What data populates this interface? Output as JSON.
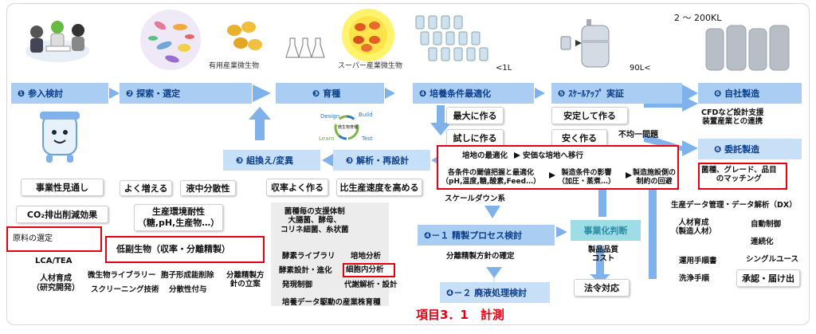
{
  "labels": {
    "capacity_top": "2 〜 200KL",
    "useful_microbe": "有用産業微生物",
    "super_microbe": "スーパー産業微生物",
    "lt1l": "<1L",
    "l90": "90L<"
  },
  "steps": {
    "s1": "❶ 参入検討",
    "s2": "❷ 探索・選定",
    "s3": "❸ 育種",
    "s4": "❹ 培養条件最適化",
    "s5": "❺ ｽｹｰﾙｱｯﾌﾟ 実証",
    "s6a": "❻ 自社製造",
    "s6b": "❻ 委託製造",
    "s3b": "❸ 組換え/変異",
    "s3c": "❸ 解析・再設計",
    "s41": "❹－１ 精製プロセス検討",
    "s42": "❹－２ 廃液処理検討",
    "biz": "事業化判断"
  },
  "dbtl": {
    "design": "Design",
    "build": "Build",
    "test": "Test",
    "learn": "Learn",
    "center": "微生物育種"
  },
  "boxes": {
    "jigyosei": "事業性見通し",
    "co2": "CO₂排出削減効果",
    "genryo": "原料の選定",
    "lca": "LCA/TEA",
    "jinzai": "人材育成\n（研究開発）",
    "yoku_fueru": "よく増える",
    "ekichu": "液中分散性",
    "seisan_kankyo": "生産環境耐性\n（糖,pH,生産物…）",
    "teifuku": "低副生物（収率・分離精製）",
    "biseibutsu_lib": "微生物ライブラリー",
    "screening": "スクリーニング技術",
    "hoshi": "胞子形成能削除",
    "bunsansei": "分散性付与",
    "bunri_hoshin": "分離精製方\n針の立案",
    "shuritsu": "収率よく作る",
    "hiseisan": "比生産速度を高める",
    "kinshu_shien": "菌種毎の支援体制\n大腸菌、酵母、\nコリネ細菌、糸状菌",
    "koso_lib": "酵素ライブラリ",
    "baiyochi": "培地分析",
    "koso_sekkei": "酵素設計・進化",
    "saibonai": "細胞内分析",
    "hatsugen": "発現制御",
    "taisha": "代謝解析・設計",
    "baiyo_data": "培養データ駆動の産業株育種",
    "saidai": "最大に作る",
    "tameshi": "試しに作る",
    "antei": "安定して作る",
    "yasuku": "安く作る",
    "fukin": "不均一問題",
    "opt1": "培地の最適化",
    "opt1b": "安価な培地へ移行",
    "opt2": "各条件の閾値把握と最適化\n（pH,温度,糖,酸素,Feed…）",
    "opt3": "製造条件の影響\n（加圧・蒸煮…）",
    "opt4": "製造施設側の\n制約の回避",
    "scaledown": "スケールダウン系",
    "bunri_kakutei": "分離精製方針の確定",
    "seihin": "製品品質\nコスト",
    "horei": "法令対応",
    "cfd": "CFDなど設計支援\n装置産業との連携",
    "matching": "菌種、グレード、品目\nのマッチング",
    "dx": "生産データ管理・データ解析（DX）",
    "jinzai2": "人材育成\n（製造人材）",
    "jido": "自動制御",
    "renzoku": "連続化",
    "unyo": "運用手順書",
    "single": "シングルユース",
    "senjo": "洗浄手順",
    "shonin": "承認・届け出"
  },
  "title": "項目3．1　計測",
  "colors": {
    "step": "#a9cdf3",
    "step_text": "#0b3f8a",
    "arrow": "#7fb2ea",
    "highlight": "#e60012",
    "teal": "#9fdde6",
    "title": "#e60012"
  }
}
